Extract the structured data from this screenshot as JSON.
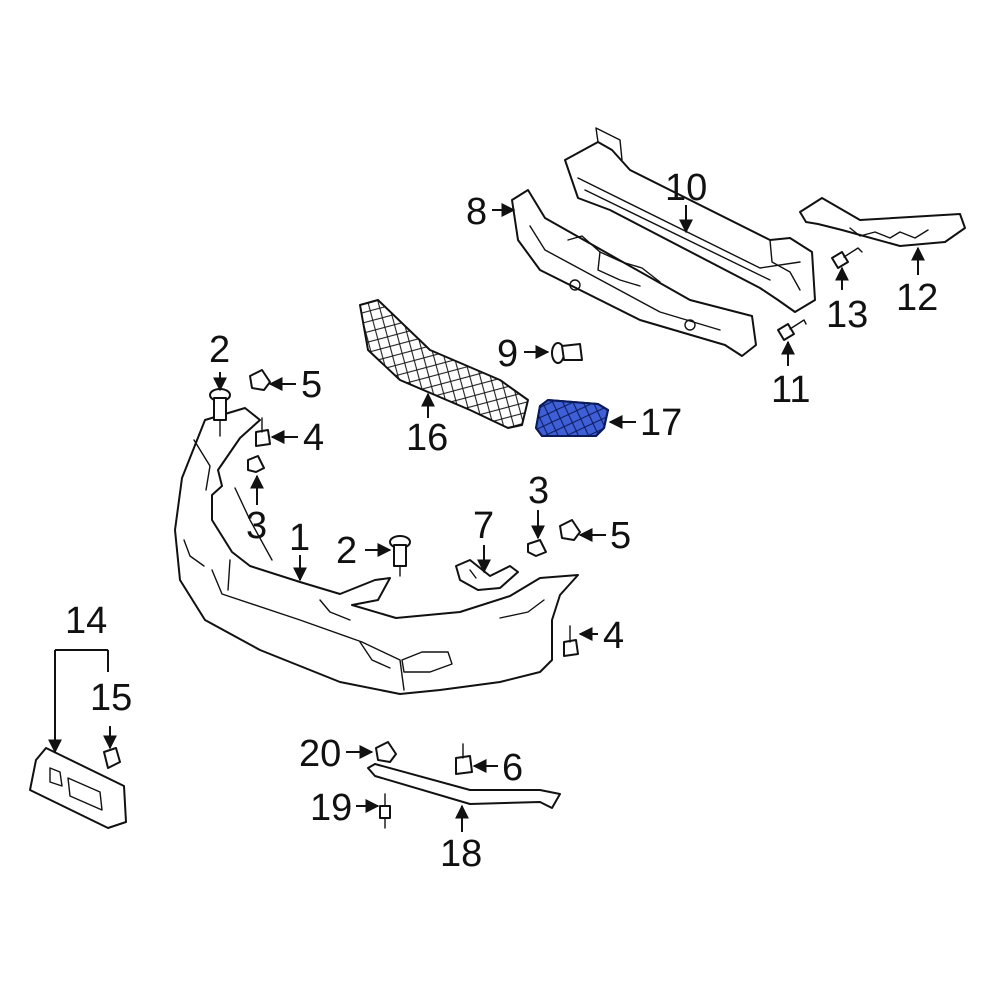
{
  "callouts": {
    "c1": "1",
    "c2a": "2",
    "c2b": "2",
    "c3a": "3",
    "c3b": "3",
    "c4a": "4",
    "c4b": "4",
    "c5a": "5",
    "c5b": "5",
    "c6": "6",
    "c7": "7",
    "c8": "8",
    "c9": "9",
    "c10": "10",
    "c11": "11",
    "c12": "12",
    "c13": "13",
    "c14": "14",
    "c15": "15",
    "c16": "16",
    "c17": "17",
    "c18": "18",
    "c19": "19",
    "c20": "20"
  },
  "highlighted_part": "17",
  "colors": {
    "highlight": "#3f5fd6",
    "line": "#111111",
    "background": "#ffffff"
  }
}
